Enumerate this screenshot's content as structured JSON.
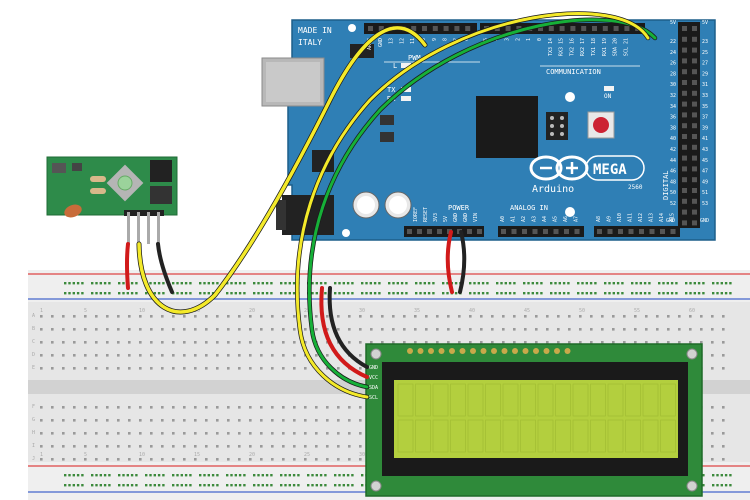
{
  "arduino": {
    "origin_line1": "MADE IN",
    "origin_line2": "ITALY",
    "brand": "Arduino",
    "model": "MEGA",
    "chip": "2560",
    "pwm_label": "PWM",
    "comm_label": "COMMUNICATION",
    "digital_label": "DIGITAL",
    "power_label": "POWER",
    "analog_label": "ANALOG IN",
    "led_l": "L",
    "led_tx": "TX",
    "led_rx": "RX",
    "led_on": "ON",
    "top_pins": [
      "AREF",
      "GND",
      "13",
      "12",
      "11",
      "10",
      "9",
      "8",
      "7",
      "6",
      "5",
      "4",
      "3",
      "2",
      "1",
      "0",
      "TX3 14",
      "RX3 15",
      "TX2 16",
      "RX2 17",
      "TX1 18",
      "RX1 19",
      "SDA 20",
      "SCL 21"
    ],
    "right_pins_left": [
      "22",
      "24",
      "26",
      "28",
      "30",
      "32",
      "34",
      "36",
      "38",
      "40",
      "42",
      "44",
      "46",
      "48",
      "50",
      "52"
    ],
    "right_pins_right": [
      "23",
      "25",
      "27",
      "29",
      "31",
      "33",
      "35",
      "37",
      "39",
      "41",
      "43",
      "45",
      "47",
      "49",
      "51",
      "53"
    ],
    "bottom_power_pins": [
      "IOREF",
      "RESET",
      "3V3",
      "5V",
      "GND",
      "GND",
      "VIN"
    ],
    "bottom_analog_pins": [
      "A0",
      "A1",
      "A2",
      "A3",
      "A4",
      "A5",
      "A6",
      "A7",
      "A8",
      "A9",
      "A10",
      "A11",
      "A12",
      "A13",
      "A14",
      "A15"
    ],
    "right_top_labels": [
      "5V",
      "5V"
    ],
    "right_bottom_labels": [
      "GND",
      "GND"
    ]
  },
  "lcd": {
    "pins": [
      "GND",
      "VCC",
      "SDA",
      "SCL"
    ]
  },
  "breadboard": {
    "column_numbers": [
      "1",
      "5",
      "10",
      "15",
      "20",
      "25",
      "30",
      "35",
      "40",
      "45",
      "50",
      "55",
      "60"
    ],
    "row_letters_top": [
      "A",
      "B",
      "C",
      "D",
      "E"
    ],
    "row_letters_bottom": [
      "F",
      "G",
      "H",
      "I",
      "J"
    ]
  },
  "colors": {
    "board_blue": "#2f7fb5",
    "lcd_screen": "#b3cf3e",
    "pcb_green": "#2e8b4a",
    "wire_red": "#d11a1a",
    "wire_black": "#222222",
    "wire_yellow": "#f4ea2a",
    "wire_green": "#16b038"
  }
}
